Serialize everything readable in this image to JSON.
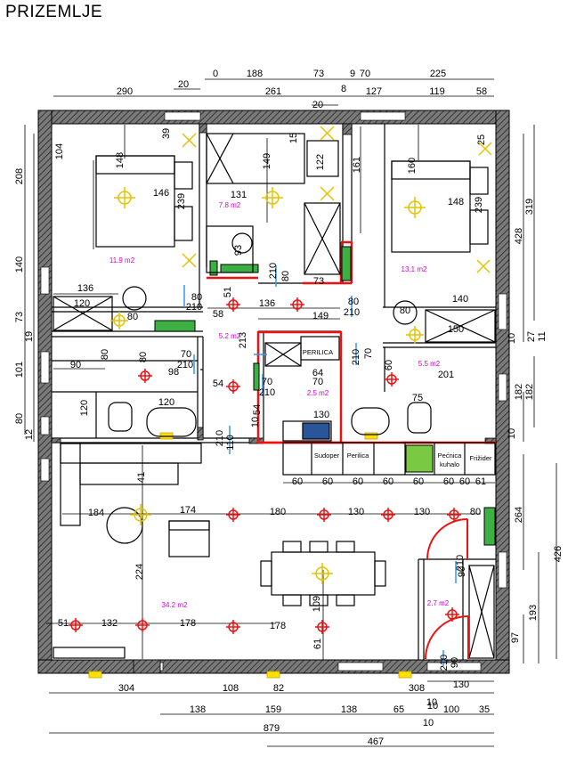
{
  "title": "PRIZEMLJE",
  "areas": [
    "11.9 m2",
    "7.8 m2",
    "13.1 m2",
    "5.2 m2",
    "5.5 m2",
    "2.5 m2",
    "34.2 m2",
    "2.7 m2"
  ],
  "labels": [
    "PERILICA",
    "Sudoper",
    "Perilica",
    "Pećnica",
    "kuhalo",
    "Frižider"
  ],
  "dims_top": [
    "20",
    "0",
    "188",
    "73",
    "9",
    "70",
    "225",
    "290",
    "261",
    "8",
    "127",
    "119",
    "58",
    "20"
  ],
  "dims_left": [
    "208",
    "140",
    "73",
    "19",
    "101",
    "80",
    "12"
  ],
  "dims_right": [
    "319",
    "428",
    "10",
    "27",
    "11",
    "182",
    "182",
    "10",
    "264",
    "426",
    "193",
    "97"
  ],
  "dims_bottom": [
    "304",
    "108",
    "82",
    "308",
    "10",
    "130",
    "138",
    "159",
    "138",
    "65",
    "10",
    "100",
    "35",
    "879",
    "10",
    "467"
  ],
  "dims_inner": [
    "104",
    "39",
    "148",
    "146",
    "239",
    "131",
    "149",
    "15",
    "122",
    "161",
    "160",
    "148",
    "239",
    "25",
    "93",
    "80",
    "210",
    "51",
    "73",
    "136",
    "120",
    "80",
    "80",
    "210",
    "58",
    "136",
    "149",
    "80",
    "210",
    "140",
    "80",
    "150",
    "213",
    "90",
    "80",
    "70",
    "210",
    "80",
    "98",
    "54",
    "70",
    "210",
    "70",
    "64",
    "70",
    "210",
    "60",
    "201",
    "75",
    "120",
    "120",
    "210",
    "110",
    "130",
    "54",
    "10",
    "60",
    "60",
    "60",
    "60",
    "60",
    "60",
    "60",
    "61",
    "41",
    "184",
    "174",
    "180",
    "130",
    "130",
    "80",
    "224",
    "90",
    "210",
    "51",
    "132",
    "178",
    "178",
    "61",
    "109",
    "210",
    "90"
  ]
}
